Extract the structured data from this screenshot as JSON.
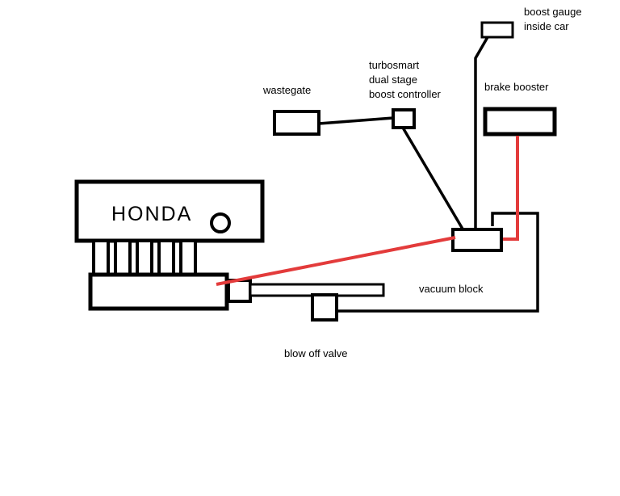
{
  "colors": {
    "background": "#ffffff",
    "outline": "#000000",
    "text": "#000000",
    "hose": "#e33b3b"
  },
  "labels": {
    "boost_gauge": {
      "line1": "boost gauge",
      "line2": "inside car"
    },
    "controller": {
      "line1": "turbosmart",
      "line2": "dual stage",
      "line3": "boost controller"
    },
    "wastegate": "wastegate",
    "brake_booster": "brake booster",
    "engine": "HONDA",
    "vacuum_block": "vacuum block",
    "blow_off_valve": "blow off valve"
  }
}
